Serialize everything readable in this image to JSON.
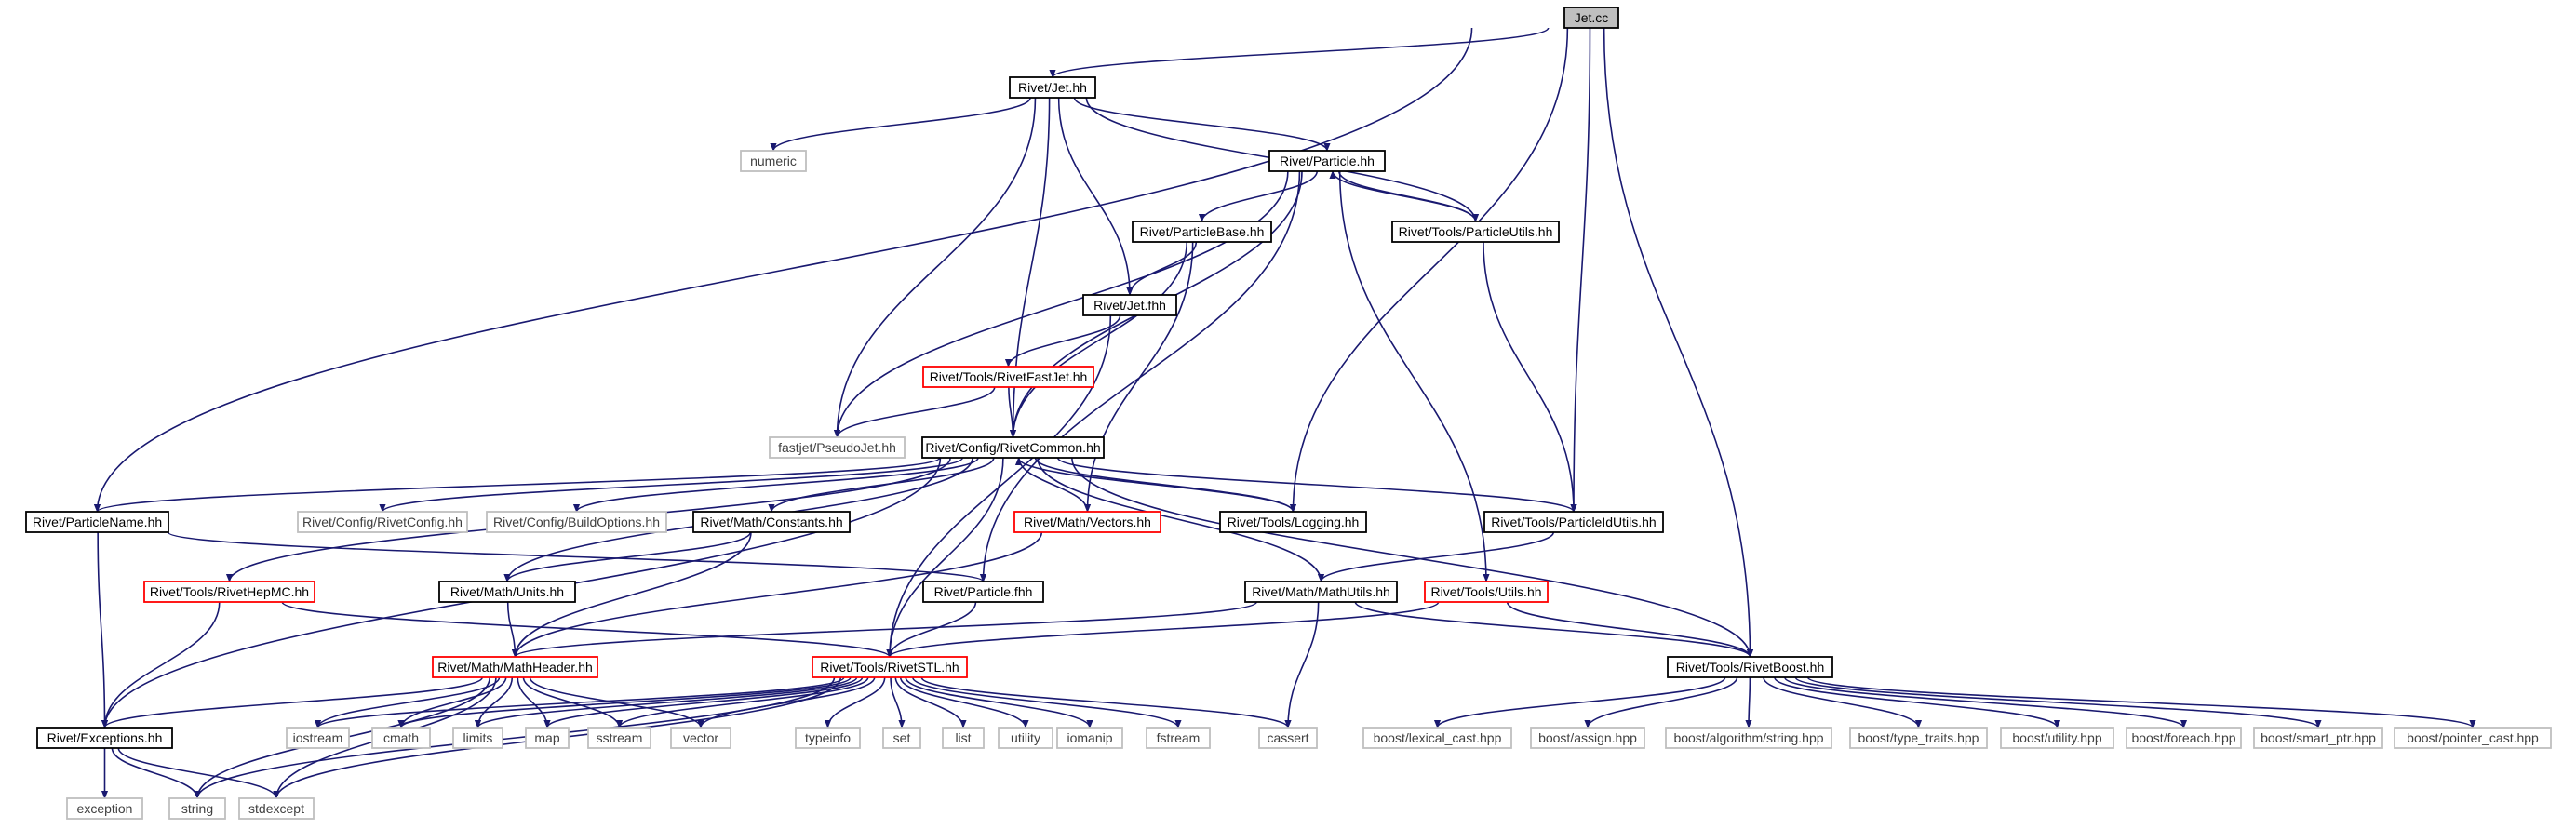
{
  "diagram": {
    "title": "",
    "colors": {
      "edge": "#191970",
      "root_fill": "#bfbfbf",
      "normal_border": "#000000",
      "truncated_border": "#ff0000",
      "external_border": "#bfbfbf",
      "external_text": "#404040"
    },
    "nodes": [
      {
        "id": "jet_cc",
        "label": "Jet.cc",
        "kind": "root"
      },
      {
        "id": "jet_hh",
        "label": "Rivet/Jet.hh",
        "kind": "normal"
      },
      {
        "id": "numeric",
        "label": "numeric",
        "kind": "external"
      },
      {
        "id": "particle_hh",
        "label": "Rivet/Particle.hh",
        "kind": "normal"
      },
      {
        "id": "particlebase_hh",
        "label": "Rivet/ParticleBase.hh",
        "kind": "normal"
      },
      {
        "id": "particleutils_hh",
        "label": "Rivet/Tools/ParticleUtils.hh",
        "kind": "normal"
      },
      {
        "id": "jet_fhh",
        "label": "Rivet/Jet.fhh",
        "kind": "normal"
      },
      {
        "id": "rivetfastjet_hh",
        "label": "Rivet/Tools/RivetFastJet.hh",
        "kind": "truncated"
      },
      {
        "id": "pseudojet_hh",
        "label": "fastjet/PseudoJet.hh",
        "kind": "external"
      },
      {
        "id": "rivetcommon_hh",
        "label": "Rivet/Config/RivetCommon.hh",
        "kind": "normal"
      },
      {
        "id": "particlename_hh",
        "label": "Rivet/ParticleName.hh",
        "kind": "normal"
      },
      {
        "id": "rivetconfig_hh",
        "label": "Rivet/Config/RivetConfig.hh",
        "kind": "external"
      },
      {
        "id": "buildoptions_hh",
        "label": "Rivet/Config/BuildOptions.hh",
        "kind": "external"
      },
      {
        "id": "constants_hh",
        "label": "Rivet/Math/Constants.hh",
        "kind": "normal"
      },
      {
        "id": "vectors_hh",
        "label": "Rivet/Math/Vectors.hh",
        "kind": "truncated"
      },
      {
        "id": "logging_hh",
        "label": "Rivet/Tools/Logging.hh",
        "kind": "normal"
      },
      {
        "id": "particleidutils_hh",
        "label": "Rivet/Tools/ParticleIdUtils.hh",
        "kind": "normal"
      },
      {
        "id": "rivethepmc_hh",
        "label": "Rivet/Tools/RivetHepMC.hh",
        "kind": "truncated"
      },
      {
        "id": "units_hh",
        "label": "Rivet/Math/Units.hh",
        "kind": "normal"
      },
      {
        "id": "particle_fhh",
        "label": "Rivet/Particle.fhh",
        "kind": "normal"
      },
      {
        "id": "mathutils_hh",
        "label": "Rivet/Math/MathUtils.hh",
        "kind": "normal"
      },
      {
        "id": "utils_hh",
        "label": "Rivet/Tools/Utils.hh",
        "kind": "truncated"
      },
      {
        "id": "mathheader_hh",
        "label": "Rivet/Math/MathHeader.hh",
        "kind": "truncated"
      },
      {
        "id": "rivetstl_hh",
        "label": "Rivet/Tools/RivetSTL.hh",
        "kind": "truncated"
      },
      {
        "id": "rivetboost_hh",
        "label": "Rivet/Tools/RivetBoost.hh",
        "kind": "normal"
      },
      {
        "id": "exceptions_hh",
        "label": "Rivet/Exceptions.hh",
        "kind": "normal"
      },
      {
        "id": "exception",
        "label": "exception",
        "kind": "external"
      },
      {
        "id": "string",
        "label": "string",
        "kind": "external"
      },
      {
        "id": "stdexcept",
        "label": "stdexcept",
        "kind": "external"
      },
      {
        "id": "iostream",
        "label": "iostream",
        "kind": "external"
      },
      {
        "id": "cmath",
        "label": "cmath",
        "kind": "external"
      },
      {
        "id": "limits",
        "label": "limits",
        "kind": "external"
      },
      {
        "id": "map",
        "label": "map",
        "kind": "external"
      },
      {
        "id": "sstream",
        "label": "sstream",
        "kind": "external"
      },
      {
        "id": "vector",
        "label": "vector",
        "kind": "external"
      },
      {
        "id": "typeinfo",
        "label": "typeinfo",
        "kind": "external"
      },
      {
        "id": "set",
        "label": "set",
        "kind": "external"
      },
      {
        "id": "list",
        "label": "list",
        "kind": "external"
      },
      {
        "id": "utility",
        "label": "utility",
        "kind": "external"
      },
      {
        "id": "iomanip",
        "label": "iomanip",
        "kind": "external"
      },
      {
        "id": "fstream",
        "label": "fstream",
        "kind": "external"
      },
      {
        "id": "cassert",
        "label": "cassert",
        "kind": "external"
      },
      {
        "id": "lexical_cast_hpp",
        "label": "boost/lexical_cast.hpp",
        "kind": "external"
      },
      {
        "id": "assign_hpp",
        "label": "boost/assign.hpp",
        "kind": "external"
      },
      {
        "id": "algorithm_string_hpp",
        "label": "boost/algorithm/string.hpp",
        "kind": "external"
      },
      {
        "id": "type_traits_hpp",
        "label": "boost/type_traits.hpp",
        "kind": "external"
      },
      {
        "id": "utility_hpp",
        "label": "boost/utility.hpp",
        "kind": "external"
      },
      {
        "id": "foreach_hpp",
        "label": "boost/foreach.hpp",
        "kind": "external"
      },
      {
        "id": "smart_ptr_hpp",
        "label": "boost/smart_ptr.hpp",
        "kind": "external"
      },
      {
        "id": "pointer_cast_hpp",
        "label": "boost/pointer_cast.hpp",
        "kind": "external"
      }
    ],
    "edges": [
      [
        "jet_cc",
        "jet_hh"
      ],
      [
        "jet_cc",
        "particlename_hh"
      ],
      [
        "jet_cc",
        "logging_hh"
      ],
      [
        "jet_cc",
        "particleidutils_hh"
      ],
      [
        "jet_cc",
        "rivetboost_hh"
      ],
      [
        "jet_hh",
        "numeric"
      ],
      [
        "jet_hh",
        "pseudojet_hh"
      ],
      [
        "jet_hh",
        "rivetcommon_hh"
      ],
      [
        "jet_hh",
        "jet_fhh"
      ],
      [
        "jet_hh",
        "particle_hh"
      ],
      [
        "jet_hh",
        "particleutils_hh"
      ],
      [
        "particle_hh",
        "particlebase_hh"
      ],
      [
        "particle_hh",
        "particleutils_hh"
      ],
      [
        "particle_hh",
        "rivetcommon_hh"
      ],
      [
        "particle_hh",
        "pseudojet_hh"
      ],
      [
        "particle_hh",
        "utils_hh"
      ],
      [
        "particle_hh",
        "particle_fhh"
      ],
      [
        "particleutils_hh",
        "particle_hh"
      ],
      [
        "particleutils_hh",
        "particleidutils_hh"
      ],
      [
        "particlebase_hh",
        "jet_fhh"
      ],
      [
        "particlebase_hh",
        "rivetcommon_hh"
      ],
      [
        "particlebase_hh",
        "vectors_hh"
      ],
      [
        "jet_fhh",
        "rivetfastjet_hh"
      ],
      [
        "jet_fhh",
        "rivetstl_hh"
      ],
      [
        "rivetfastjet_hh",
        "pseudojet_hh"
      ],
      [
        "rivetfastjet_hh",
        "rivetcommon_hh"
      ],
      [
        "rivetcommon_hh",
        "particlename_hh"
      ],
      [
        "rivetcommon_hh",
        "rivetconfig_hh"
      ],
      [
        "rivetcommon_hh",
        "buildoptions_hh"
      ],
      [
        "rivetcommon_hh",
        "constants_hh"
      ],
      [
        "rivetcommon_hh",
        "vectors_hh"
      ],
      [
        "rivetcommon_hh",
        "logging_hh"
      ],
      [
        "rivetcommon_hh",
        "particleidutils_hh"
      ],
      [
        "rivetcommon_hh",
        "rivethepmc_hh"
      ],
      [
        "rivetcommon_hh",
        "units_hh"
      ],
      [
        "rivetcommon_hh",
        "mathutils_hh"
      ],
      [
        "rivetcommon_hh",
        "rivetstl_hh"
      ],
      [
        "rivetcommon_hh",
        "rivetboost_hh"
      ],
      [
        "rivetcommon_hh",
        "exceptions_hh"
      ],
      [
        "logging_hh",
        "rivetcommon_hh"
      ],
      [
        "particlename_hh",
        "particle_fhh"
      ],
      [
        "particlename_hh",
        "exceptions_hh"
      ],
      [
        "constants_hh",
        "units_hh"
      ],
      [
        "constants_hh",
        "mathheader_hh"
      ],
      [
        "vectors_hh",
        "mathheader_hh"
      ],
      [
        "particleidutils_hh",
        "mathutils_hh"
      ],
      [
        "rivethepmc_hh",
        "exceptions_hh"
      ],
      [
        "rivethepmc_hh",
        "rivetstl_hh"
      ],
      [
        "units_hh",
        "mathheader_hh"
      ],
      [
        "particle_fhh",
        "rivetstl_hh"
      ],
      [
        "mathutils_hh",
        "mathheader_hh"
      ],
      [
        "mathutils_hh",
        "cassert"
      ],
      [
        "mathutils_hh",
        "rivetboost_hh"
      ],
      [
        "utils_hh",
        "rivetstl_hh"
      ],
      [
        "utils_hh",
        "rivetboost_hh"
      ],
      [
        "mathheader_hh",
        "exceptions_hh"
      ],
      [
        "mathheader_hh",
        "iostream"
      ],
      [
        "mathheader_hh",
        "cmath"
      ],
      [
        "mathheader_hh",
        "limits"
      ],
      [
        "mathheader_hh",
        "map"
      ],
      [
        "mathheader_hh",
        "sstream"
      ],
      [
        "mathheader_hh",
        "vector"
      ],
      [
        "mathheader_hh",
        "string"
      ],
      [
        "mathheader_hh",
        "stdexcept"
      ],
      [
        "rivetstl_hh",
        "iostream"
      ],
      [
        "rivetstl_hh",
        "cmath"
      ],
      [
        "rivetstl_hh",
        "limits"
      ],
      [
        "rivetstl_hh",
        "map"
      ],
      [
        "rivetstl_hh",
        "sstream"
      ],
      [
        "rivetstl_hh",
        "vector"
      ],
      [
        "rivetstl_hh",
        "typeinfo"
      ],
      [
        "rivetstl_hh",
        "set"
      ],
      [
        "rivetstl_hh",
        "list"
      ],
      [
        "rivetstl_hh",
        "utility"
      ],
      [
        "rivetstl_hh",
        "iomanip"
      ],
      [
        "rivetstl_hh",
        "fstream"
      ],
      [
        "rivetstl_hh",
        "cassert"
      ],
      [
        "rivetstl_hh",
        "string"
      ],
      [
        "rivetstl_hh",
        "stdexcept"
      ],
      [
        "rivetboost_hh",
        "lexical_cast_hpp"
      ],
      [
        "rivetboost_hh",
        "assign_hpp"
      ],
      [
        "rivetboost_hh",
        "algorithm_string_hpp"
      ],
      [
        "rivetboost_hh",
        "type_traits_hpp"
      ],
      [
        "rivetboost_hh",
        "utility_hpp"
      ],
      [
        "rivetboost_hh",
        "foreach_hpp"
      ],
      [
        "rivetboost_hh",
        "smart_ptr_hpp"
      ],
      [
        "rivetboost_hh",
        "pointer_cast_hpp"
      ],
      [
        "exceptions_hh",
        "exception"
      ],
      [
        "exceptions_hh",
        "string"
      ],
      [
        "exceptions_hh",
        "stdexcept"
      ]
    ]
  }
}
